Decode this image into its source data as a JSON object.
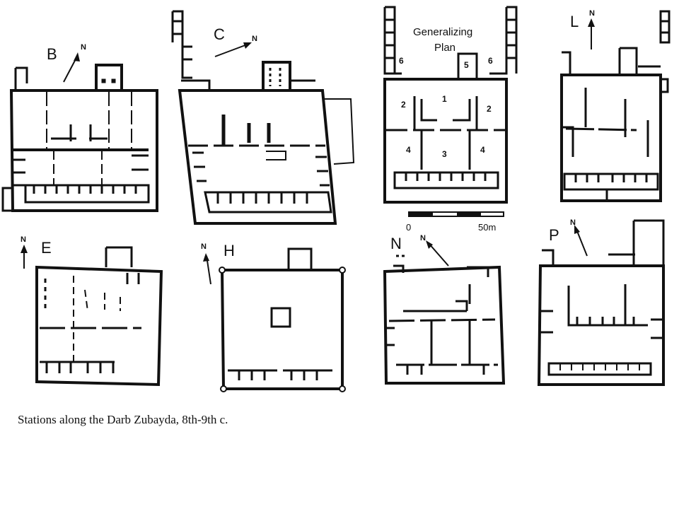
{
  "caption": "Stations along the Darb Zubayda, 8th-9th c.",
  "plans": {
    "B": {
      "label": "B",
      "north": "N"
    },
    "C": {
      "label": "C",
      "north": "N"
    },
    "L": {
      "label": "L",
      "north": "N"
    },
    "E": {
      "label": "E",
      "north": "N"
    },
    "H": {
      "label": "H",
      "north": "N"
    },
    "N": {
      "label": "N",
      "north": "N"
    },
    "P": {
      "label": "P",
      "north": "N"
    }
  },
  "generalizing_plan": {
    "title_line1": "Generalizing",
    "title_line2": "Plan",
    "room_numbers": [
      "1",
      "2",
      "2",
      "3",
      "4",
      "4",
      "5",
      "6",
      "6"
    ]
  },
  "scale_bar": {
    "start": "0",
    "end": "50m"
  }
}
